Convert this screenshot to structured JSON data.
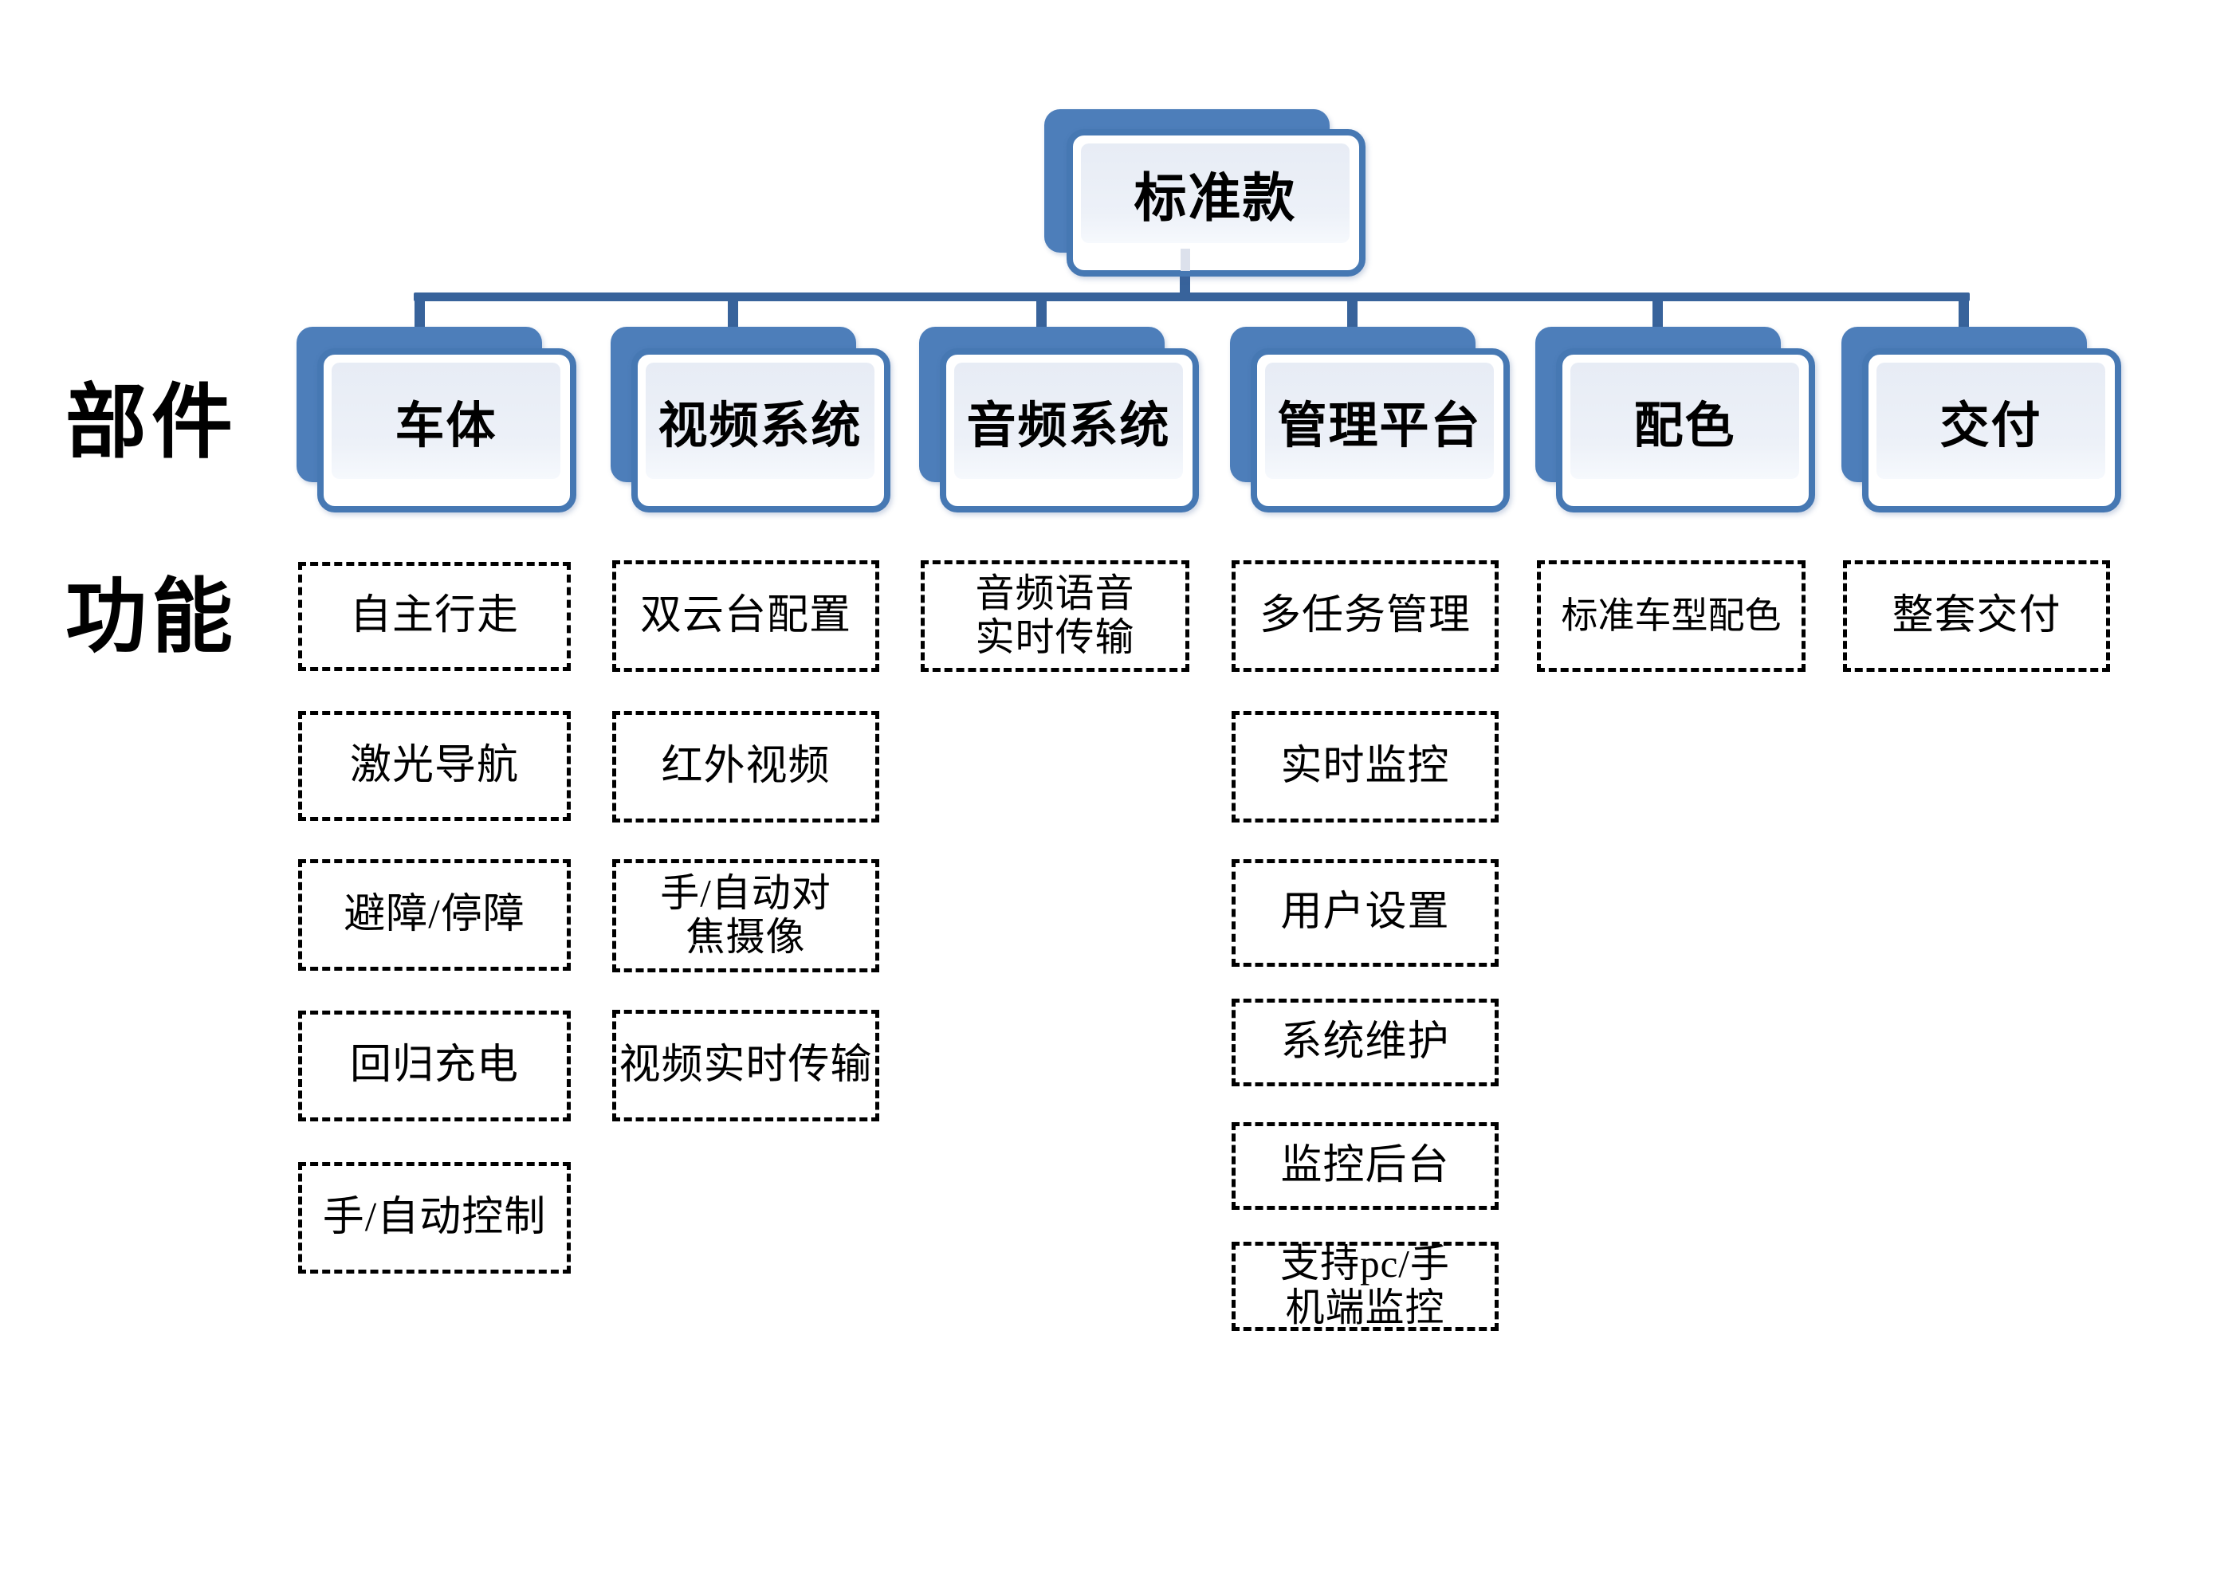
{
  "side_labels": {
    "components": "部件",
    "functions": "功能"
  },
  "root": {
    "label": "标准款"
  },
  "categories": [
    {
      "label": "车体",
      "functions": [
        "自主行走",
        "激光导航",
        "避障/停障",
        "回归充电",
        "手/自动控制"
      ]
    },
    {
      "label": "视频系统",
      "functions": [
        "双云台配置",
        "红外视频",
        "手/自动对\n焦摄像",
        "视频实时传输"
      ]
    },
    {
      "label": "音频系统",
      "functions": [
        "音频语音\n实时传输"
      ]
    },
    {
      "label": "管理平台",
      "functions": [
        "多任务管理",
        "实时监控",
        "用户设置",
        "系统维护",
        "监控后台",
        "支持pc/手\n机端监控"
      ]
    },
    {
      "label": "配色",
      "functions": [
        "标准车型配色"
      ]
    },
    {
      "label": "交付",
      "functions": [
        "整套交付"
      ]
    }
  ],
  "colors": {
    "node_fill": "#4d7eba",
    "node_border": "#4678b3",
    "panel_top": "#e7ecf5",
    "panel_bottom": "#f6f9fd",
    "connector": "#38639b",
    "dash": "#000000"
  }
}
